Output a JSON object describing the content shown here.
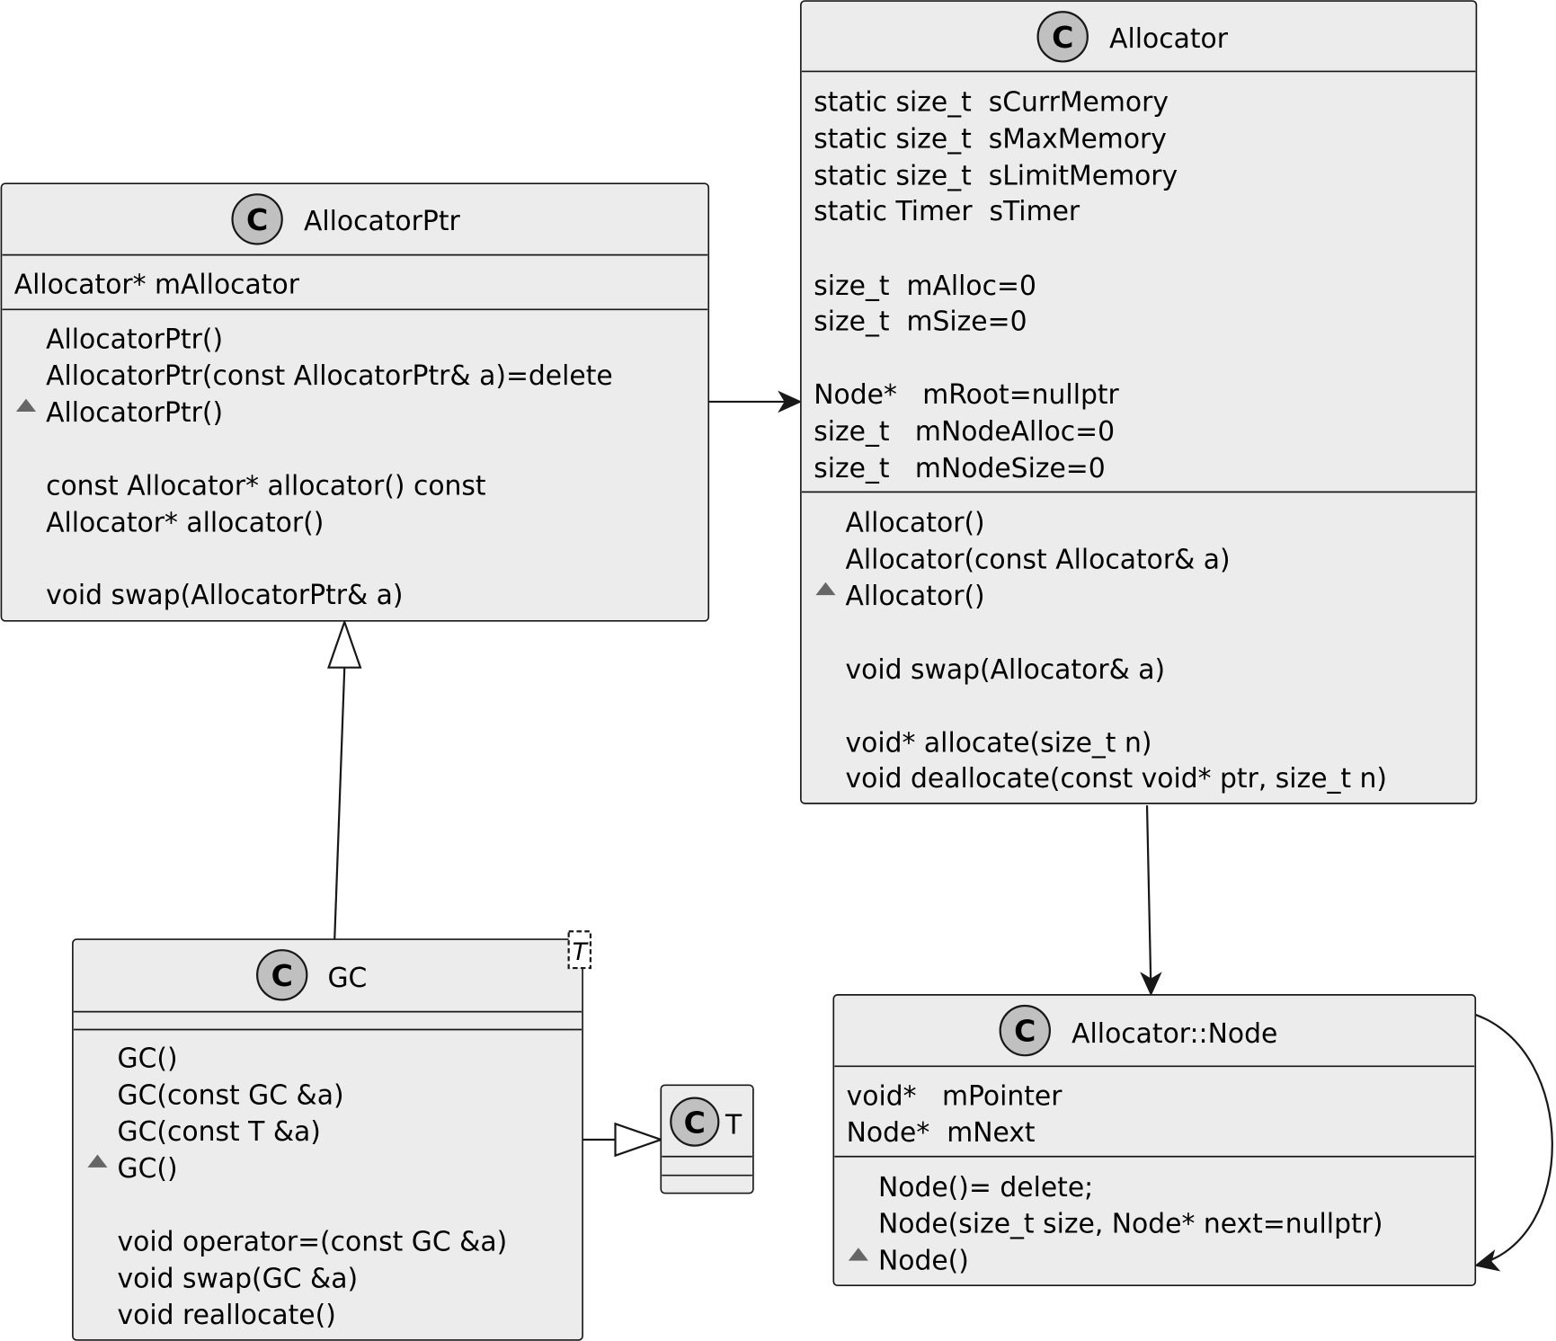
{
  "classes": {
    "allocator_ptr": {
      "icon": "C",
      "name": "AllocatorPtr",
      "fields": [
        "Allocator* mAllocator"
      ],
      "methods": [
        "AllocatorPtr()",
        "AllocatorPtr(const AllocatorPtr& a)=delete",
        "AllocatorPtr()",
        "const Allocator* allocator() const",
        "Allocator* allocator()",
        "void swap(AllocatorPtr& a)"
      ]
    },
    "allocator": {
      "icon": "C",
      "name": "Allocator",
      "fields": [
        "static size_t  sCurrMemory",
        "static size_t  sMaxMemory",
        "static size_t  sLimitMemory",
        "static Timer  sTimer",
        "size_t  mAlloc=0",
        "size_t  mSize=0",
        "Node*   mRoot=nullptr",
        "size_t   mNodeAlloc=0",
        "size_t   mNodeSize=0"
      ],
      "methods": [
        "Allocator()",
        "Allocator(const Allocator& a)",
        "Allocator()",
        "void swap(Allocator& a)",
        "void* allocate(size_t n)",
        "void deallocate(const void* ptr, size_t n)"
      ]
    },
    "gc": {
      "icon": "C",
      "name": "GC",
      "template_param": "T",
      "fields": [],
      "methods": [
        "GC()",
        "GC(const GC &a)",
        "GC(const T &a)",
        "GC()",
        "void operator=(const GC &a)",
        "void swap(GC &a)",
        "void reallocate()"
      ]
    },
    "t": {
      "icon": "C",
      "name": "T"
    },
    "node": {
      "icon": "C",
      "name": "Allocator::Node",
      "fields": [
        "void*   mPointer",
        "Node*  mNext"
      ],
      "methods": [
        "Node()= delete;",
        "Node(size_t size, Node* next=nullptr)",
        "Node()"
      ]
    }
  },
  "visibility_icon": "package-private-triangle-icon",
  "relations": [
    {
      "from": "AllocatorPtr",
      "to": "Allocator",
      "type": "association"
    },
    {
      "from": "GC",
      "to": "AllocatorPtr",
      "type": "inheritance"
    },
    {
      "from": "GC",
      "to": "T",
      "type": "inheritance"
    },
    {
      "from": "Allocator",
      "to": "Allocator::Node",
      "type": "association"
    },
    {
      "from": "Allocator::Node",
      "to": "Allocator::Node",
      "type": "association"
    }
  ]
}
